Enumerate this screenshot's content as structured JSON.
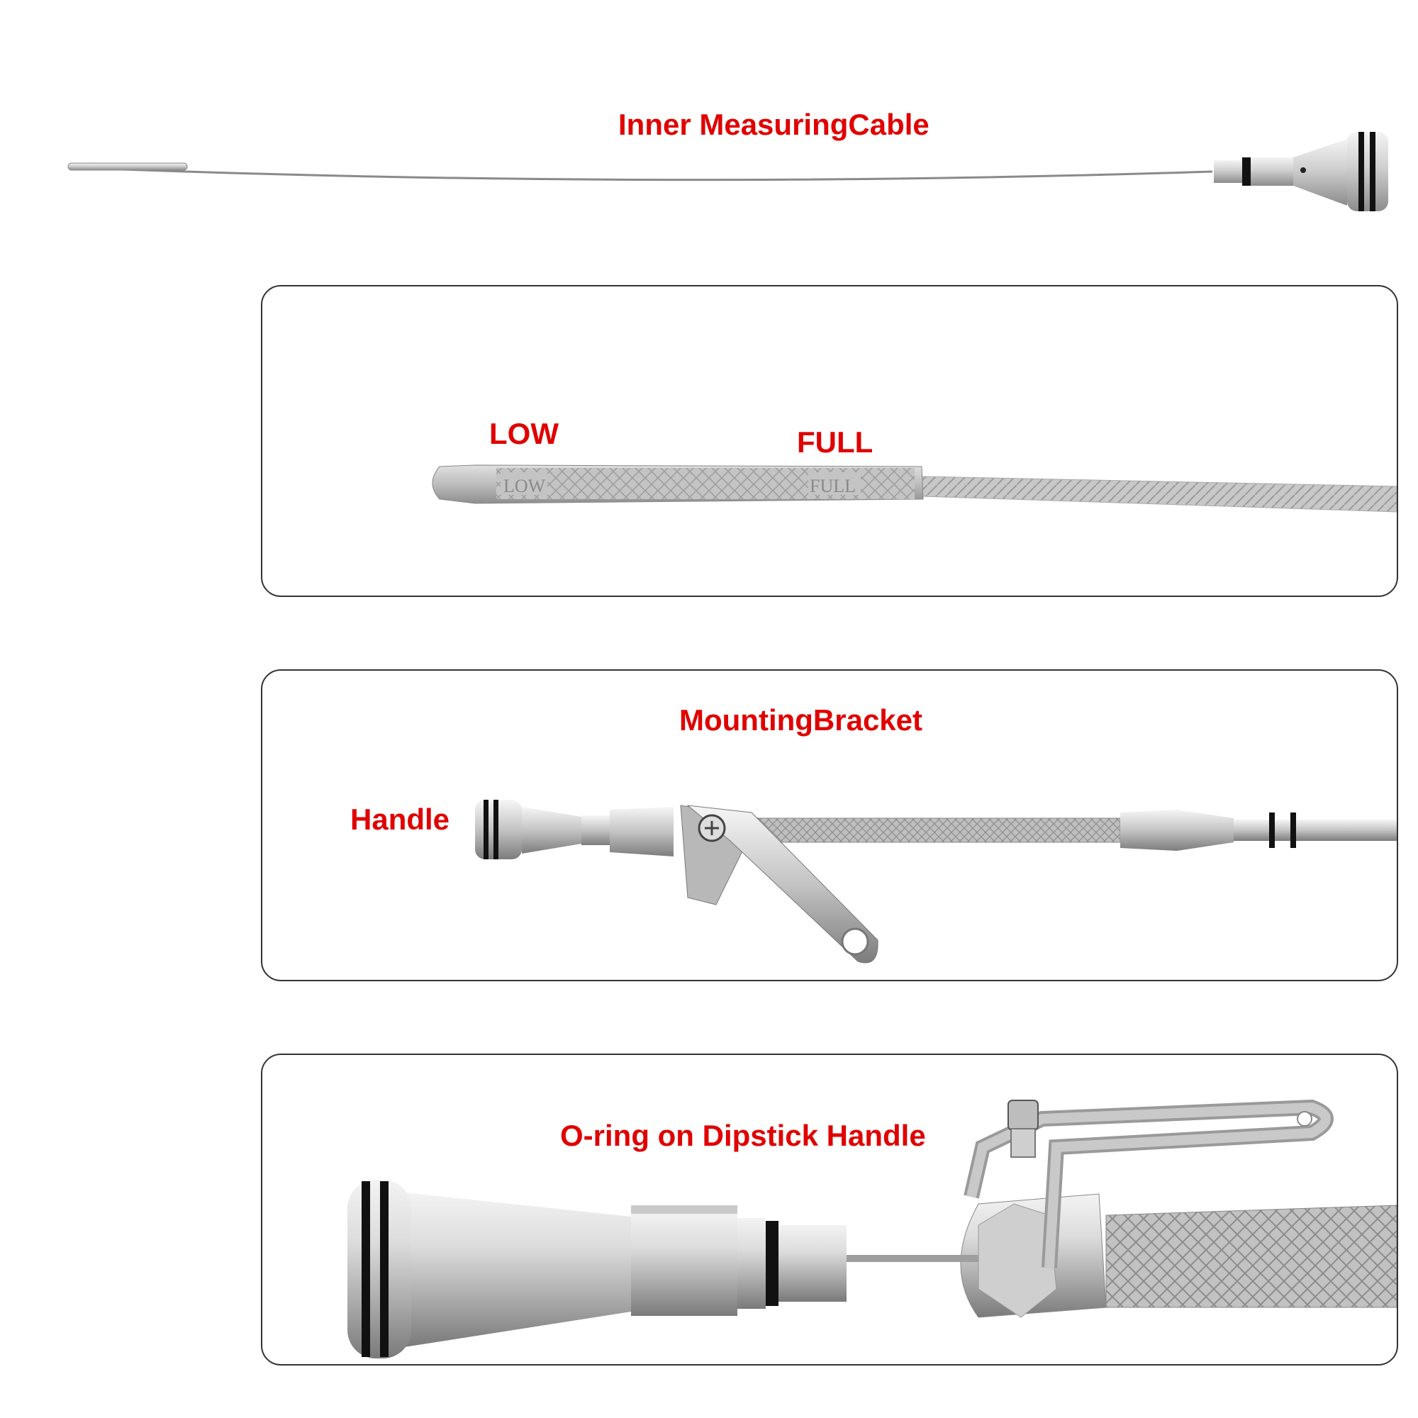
{
  "labels": {
    "inner_cable": "Inner MeasuringCable",
    "low": "LOW",
    "full": "FULL",
    "mounting_bracket": "MountingBracket",
    "handle": "Handle",
    "oring": "O-ring on Dipstick Handle"
  },
  "engraving": {
    "low": "LOW",
    "full": "FULL"
  },
  "colors": {
    "label": "#e00000",
    "metal_light": "#e6e6e6",
    "metal_dark": "#9a9a9a",
    "oring": "#111111",
    "panel_border": "#333333"
  }
}
